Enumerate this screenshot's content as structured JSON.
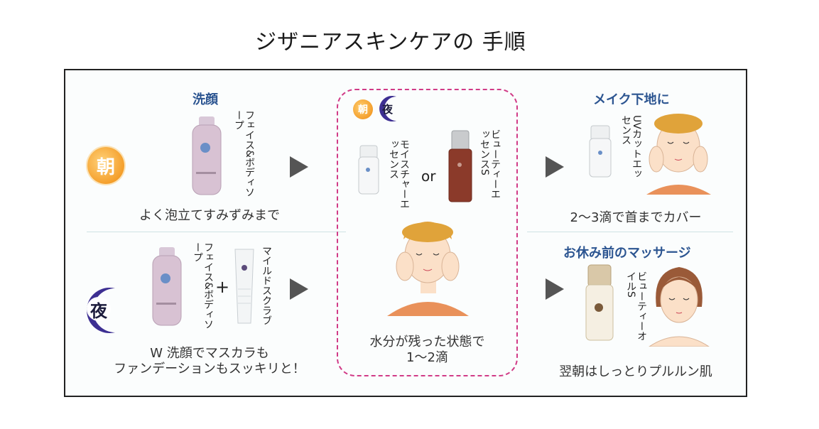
{
  "title": "ジザニアスキンケアの 手順",
  "badges": {
    "morning": "朝",
    "night": "夜"
  },
  "morning_wash": {
    "heading": "洗顔",
    "product": "フェイス&ボディソープ",
    "caption": "よく泡立てすみずみまで"
  },
  "night_wash": {
    "product1": "フェイス&ボディソープ",
    "plus": "+",
    "product2": "マイルドスクラブ",
    "caption_line1": "W 洗顔でマスカラも",
    "caption_line2": "ファンデーションもスッキリと！"
  },
  "center": {
    "product1": "モイスチャーエッセンス",
    "or": "or",
    "product2": "ビューティーエッセンスS",
    "caption_line1": "水分が残った状態で",
    "caption_line2": "1～2滴"
  },
  "makeup_base": {
    "heading": "メイク下地に",
    "product": "UVカットエッセンス",
    "caption": "2～3滴で首までカバー"
  },
  "massage": {
    "heading": "お休み前のマッサージ",
    "product": "ビューティーオイルS",
    "caption": "翌朝はしっとりプルルン肌"
  },
  "colors": {
    "frame": "#222222",
    "dashed_box": "#d13b87",
    "heading_blue": "#2c5591",
    "arrow": "#555555"
  }
}
